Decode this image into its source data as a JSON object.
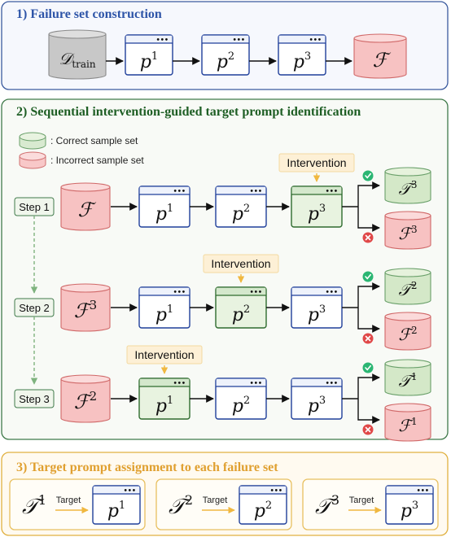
{
  "sections": {
    "s1_title": "1) Failure set construction",
    "s2_title": "2) Sequential intervention-guided target prompt identification",
    "s3_title": "3) Target prompt assignment to each failure set"
  },
  "legend": {
    "correct": ": Correct sample set",
    "incorrect": ": Incorrect sample set"
  },
  "intervention_label": "Intervention",
  "target_label": "Target",
  "dots": "•••",
  "steps": [
    "Step 1",
    "Step 2",
    "Step 3"
  ],
  "symbols": {
    "D_main": "𝒟",
    "D_sub": "train",
    "F": "ℱ",
    "T": "𝒯",
    "p": "p",
    "sup1": "1",
    "sup2": "2",
    "sup3": "3"
  },
  "colors": {
    "s1_border": "#3a5a9e",
    "s2_border": "#3f7a4a",
    "s3_border": "#e0b040",
    "title_blue": "#2e55a8",
    "title_green": "#1e5e24",
    "title_orange": "#e0a030",
    "prompt_blue": "#1f3f9a",
    "prompt_green": "#2e6b2e",
    "check": "#2bb673",
    "cross": "#e04848"
  }
}
